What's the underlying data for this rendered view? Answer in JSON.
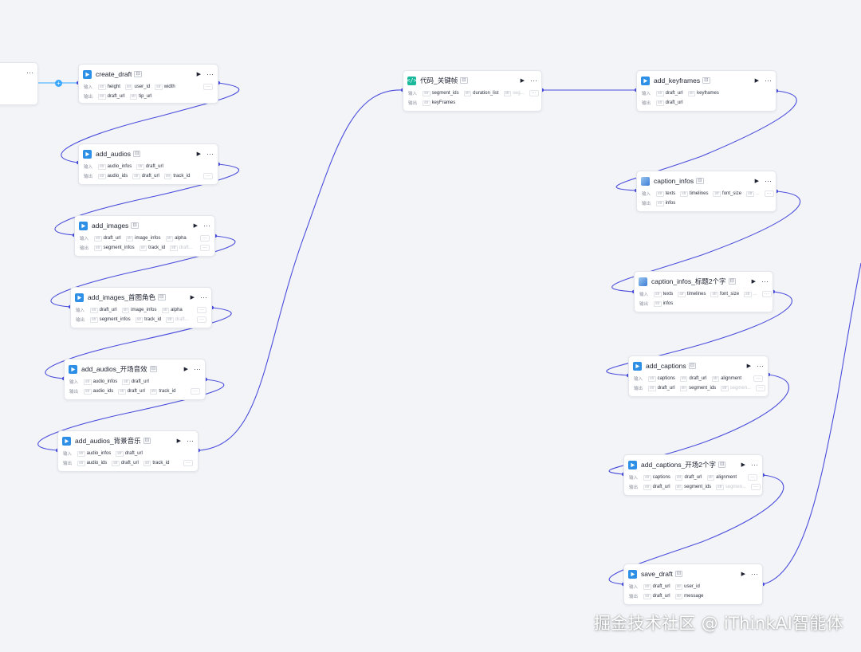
{
  "canvas": {
    "accent_color": "#4a4ddc",
    "edge_color": "#4a4ddc",
    "plugin_icon_color": "#2e8fe6",
    "code_icon_color": "#1ab99b"
  },
  "labels": {
    "input": "输入",
    "output": "输出",
    "run_icon": "▶",
    "more_icon": "···"
  },
  "start_node": {
    "more_icon": "···"
  },
  "nodes": [
    {
      "id": "create_draft",
      "title": "create_draft",
      "icon": "plugin-icon",
      "inputs": [
        "height",
        "user_id",
        "width"
      ],
      "outputs": [
        "draft_url",
        "tip_url"
      ]
    },
    {
      "id": "add_audios",
      "title": "add_audios",
      "icon": "plugin-icon",
      "inputs": [
        "audio_infos",
        "draft_url"
      ],
      "outputs": [
        "audio_ids",
        "draft_url",
        "track_id"
      ]
    },
    {
      "id": "add_images",
      "title": "add_images",
      "icon": "plugin-icon",
      "inputs": [
        "draft_url",
        "image_infos",
        "alpha"
      ],
      "outputs": [
        "segment_infos",
        "track_id",
        "draft..."
      ]
    },
    {
      "id": "add_images_cover",
      "title": "add_images_首图角色",
      "icon": "plugin-icon",
      "inputs": [
        "draft_url",
        "image_infos",
        "alpha"
      ],
      "outputs": [
        "segment_infos",
        "track_id",
        "draft..."
      ]
    },
    {
      "id": "add_audios_opening",
      "title": "add_audios_开场音效",
      "icon": "plugin-icon",
      "inputs": [
        "audio_infos",
        "draft_url"
      ],
      "outputs": [
        "audio_ids",
        "draft_url",
        "track_id"
      ]
    },
    {
      "id": "add_audios_bgm",
      "title": "add_audios_背景音乐",
      "icon": "plugin-icon",
      "inputs": [
        "audio_infos",
        "draft_url"
      ],
      "outputs": [
        "audio_ids",
        "draft_url",
        "track_id"
      ]
    },
    {
      "id": "code_keyframes",
      "title": "代码_关键帧",
      "icon": "code-icon",
      "inputs": [
        "segment_ids",
        "duration_list",
        "seg..."
      ],
      "outputs": [
        "keyFrames"
      ]
    },
    {
      "id": "add_keyframes",
      "title": "add_keyframes",
      "icon": "plugin-icon",
      "inputs": [
        "draft_url",
        "keyframes"
      ],
      "outputs": [
        "draft_url"
      ]
    },
    {
      "id": "caption_infos",
      "title": "caption_infos",
      "icon": "image-plugin-icon",
      "inputs": [
        "texts",
        "timelines",
        "font_size",
        "..."
      ],
      "outputs": [
        "infos"
      ]
    },
    {
      "id": "caption_infos_title",
      "title": "caption_infos_标题2个字",
      "icon": "image-plugin-icon",
      "inputs": [
        "texts",
        "timelines",
        "font_size",
        "..."
      ],
      "outputs": [
        "infos"
      ]
    },
    {
      "id": "add_captions",
      "title": "add_captions",
      "icon": "plugin-icon",
      "inputs": [
        "captions",
        "draft_url",
        "alignment"
      ],
      "outputs": [
        "draft_url",
        "segment_ids",
        "segmen..."
      ]
    },
    {
      "id": "add_captions_opening",
      "title": "add_captions_开场2个字",
      "icon": "plugin-icon",
      "inputs": [
        "captions",
        "draft_url",
        "alignment"
      ],
      "outputs": [
        "draft_url",
        "segment_ids",
        "segmen..."
      ]
    },
    {
      "id": "save_draft",
      "title": "save_draft",
      "icon": "plugin-icon",
      "inputs": [
        "draft_url",
        "user_id"
      ],
      "outputs": [
        "draft_url",
        "message"
      ]
    }
  ],
  "watermark": "掘金技术社区 @ iThinkAI智能体"
}
